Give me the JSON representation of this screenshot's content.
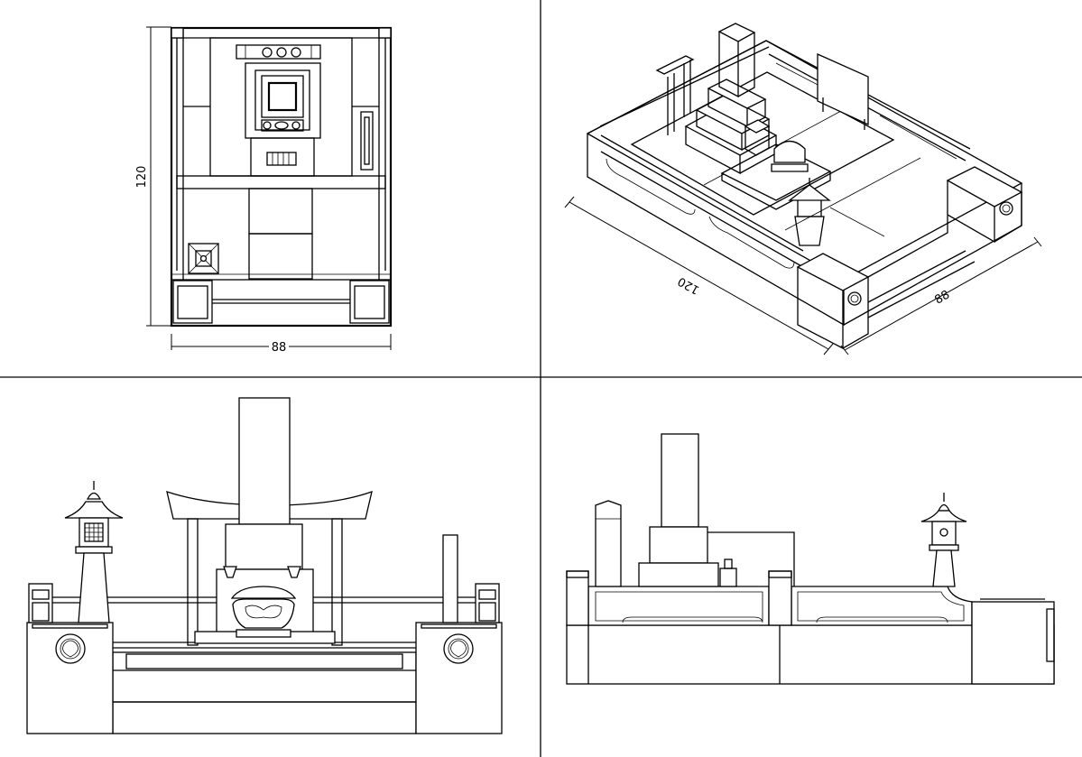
{
  "drawing": {
    "plan_view": {
      "depth_label": "120",
      "width_label": "88"
    },
    "iso_view": {
      "length_label": "120",
      "width_label": "88"
    }
  }
}
